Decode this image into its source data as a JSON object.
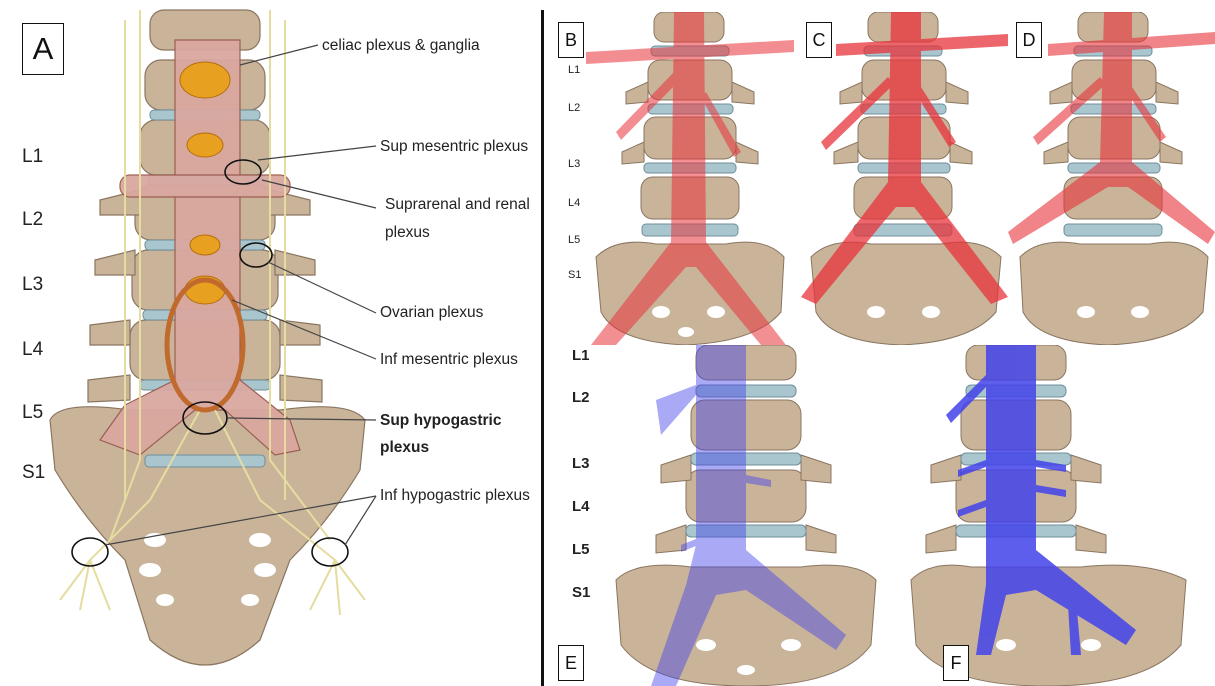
{
  "panels": {
    "a": {
      "letter": "A",
      "levels": [
        "L1",
        "L2",
        "L3",
        "L4",
        "L5",
        "S1"
      ]
    },
    "b": {
      "letter": "B",
      "levels": [
        "L1",
        "L2",
        "L3",
        "L4",
        "L5",
        "S1"
      ]
    },
    "c": {
      "letter": "C"
    },
    "d": {
      "letter": "D"
    },
    "e": {
      "letter": "E",
      "levels": [
        "L1",
        "L2",
        "L3",
        "L4",
        "L5",
        "S1"
      ]
    },
    "f": {
      "letter": "F"
    }
  },
  "callouts": [
    {
      "text": "celiac plexus & ganglia"
    },
    {
      "text": "Sup mesentric plexus"
    },
    {
      "text": "Suprarenal and renal plexus",
      "line1": "Suprarenal and renal",
      "line2": "plexus"
    },
    {
      "text": "Ovarian plexus"
    },
    {
      "text": "Inf mesentric plexus"
    },
    {
      "text": "Sup hypogastric plexus"
    },
    {
      "text": "Inf hypogastric plexus"
    }
  ],
  "colors": {
    "bone": "#c9b49a",
    "disc": "#a9c6cf",
    "artery": "#e8333a",
    "vein": "#4343ea",
    "nerve": "#e6dca0",
    "aorta": "#d9a8a0"
  }
}
